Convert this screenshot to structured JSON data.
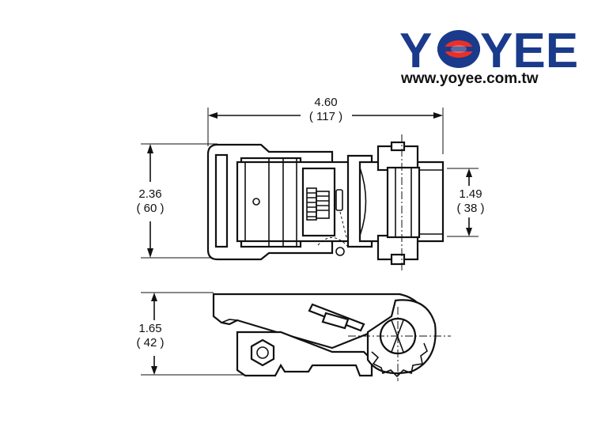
{
  "brand": {
    "logo_text_left": "Y",
    "logo_text_right": "YEE",
    "url": "www.yoyee.com.tw",
    "colors": {
      "blue": "#1a3a8c",
      "red": "#e8302a"
    }
  },
  "dimensions": {
    "width": {
      "inch": "4.60",
      "mm": "( 117 )"
    },
    "height": {
      "inch": "2.36",
      "mm": "( 60 )"
    },
    "slot": {
      "inch": "1.49",
      "mm": "( 38 )"
    },
    "depth": {
      "inch": "1.65",
      "mm": "( 42 )"
    }
  }
}
